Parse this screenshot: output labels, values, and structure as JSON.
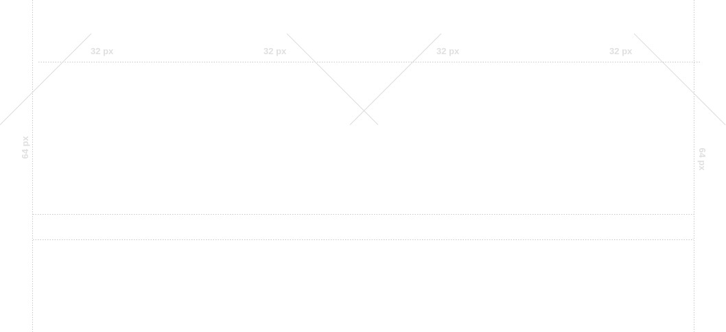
{
  "colors": {
    "guide_line": "#c8c8c8",
    "diagonal_line": "#dcdcdc",
    "label_text": "#e0e0e0",
    "background": "#ffffff"
  },
  "labels": {
    "spacing_1": "32 px",
    "spacing_2": "32 px",
    "spacing_3": "32 px",
    "spacing_4": "32 px",
    "side_left": "64 px",
    "side_right": "64 px"
  }
}
